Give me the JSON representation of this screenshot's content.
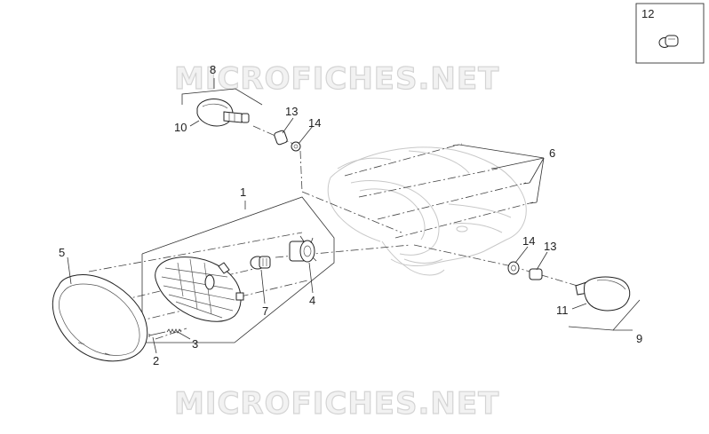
{
  "watermark": {
    "top": "MICROFICHES.NET",
    "bottom": "MICROFICHES.NET"
  },
  "inset": {
    "label": "12"
  },
  "callouts": {
    "c1": "1",
    "c2": "2",
    "c3": "3",
    "c4": "4",
    "c5": "5",
    "c6": "6",
    "c7": "7",
    "c8": "8",
    "c9": "9",
    "c10": "10",
    "c11": "11",
    "c13a": "13",
    "c13b": "13",
    "c14a": "14",
    "c14b": "14"
  }
}
